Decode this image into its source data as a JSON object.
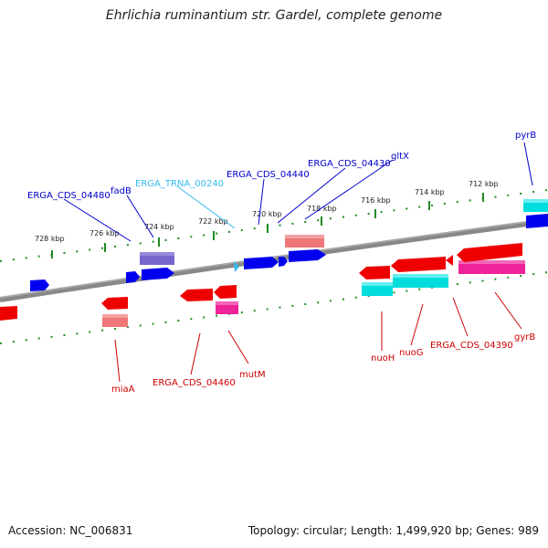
{
  "title": "Ehrlichia ruminantium str. Gardel, complete genome",
  "footer": {
    "accession": "Accession: NC_006831",
    "topology": "Topology: circular; Length: 1,499,920 bp; Genes: 989"
  },
  "ticks": [
    "728 kbp",
    "726 kbp",
    "724 kbp",
    "722 kbp",
    "720 kbp",
    "718 kbp",
    "716 kbp",
    "714 kbp",
    "712 kbp"
  ],
  "labels_top": [
    {
      "name": "ERGA_CDS_04480",
      "color": "#0000cc"
    },
    {
      "name": "fadB",
      "color": "#0000cc"
    },
    {
      "name": "ERGA_TRNA_00240",
      "color": "#33bbee"
    },
    {
      "name": "ERGA_CDS_04440",
      "color": "#0000cc"
    },
    {
      "name": "ERGA_CDS_04430",
      "color": "#0000cc"
    },
    {
      "name": "gltX",
      "color": "#0000cc"
    },
    {
      "name": "pyrB",
      "color": "#0000cc"
    }
  ],
  "labels_bottom": [
    {
      "name": "miaA",
      "color": "#cc0000"
    },
    {
      "name": "ERGA_CDS_04460",
      "color": "#cc0000"
    },
    {
      "name": "mutM",
      "color": "#cc0000"
    },
    {
      "name": "nuoH",
      "color": "#cc0000"
    },
    {
      "name": "nuoG",
      "color": "#cc0000"
    },
    {
      "name": "ERGA_CDS_04390",
      "color": "#cc0000"
    },
    {
      "name": "gyrB",
      "color": "#cc0000"
    }
  ],
  "colors": {
    "forward_cds": "#0000ee",
    "reverse_cds": "#ee0000",
    "trna": "#33bbee",
    "backbone": "#888888",
    "tick": "#228b22",
    "cog_purple": "#7766cc",
    "cog_pink": "#ee7777",
    "cog_cyan": "#00dddd",
    "cog_magenta": "#ee2299"
  }
}
